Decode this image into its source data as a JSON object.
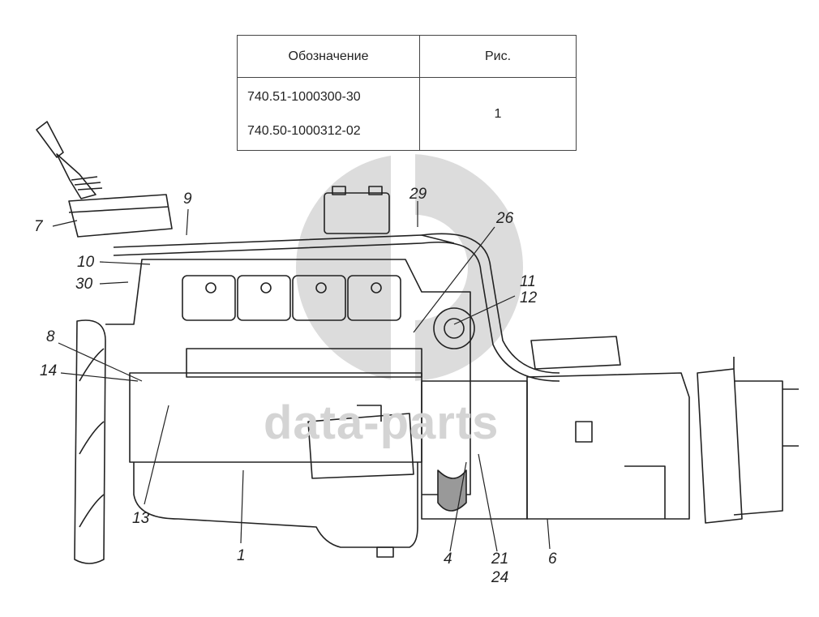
{
  "table": {
    "headers": [
      "Обозначение",
      "Рис."
    ],
    "rows": [
      {
        "codes": [
          "740.51-1000300-30",
          "740.50-1000312-02"
        ],
        "figure": "1"
      }
    ]
  },
  "watermark": "data-parts",
  "callouts": [
    "7",
    "9",
    "10",
    "30",
    "8",
    "14",
    "13",
    "1",
    "29",
    "26",
    "11",
    "12",
    "4",
    "21",
    "24",
    "6"
  ],
  "icons": {
    "watermark_logo": "circle-logo-icon"
  }
}
